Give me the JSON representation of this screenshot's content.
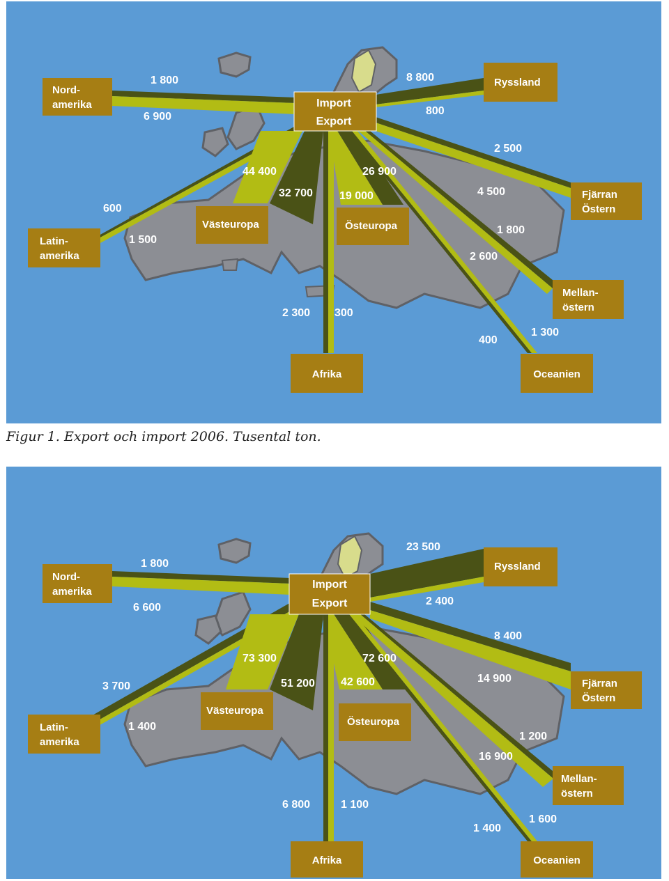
{
  "colors": {
    "sea": "#5b9bd5",
    "land": "#8c8e94",
    "land_dark": "#5f6166",
    "sweden": "#d8dc8c",
    "import_band": "#4a5216",
    "export_band": "#b2bc14",
    "label_box": "#a67e14",
    "label_text": "#ffffff"
  },
  "caption": "Figur 1. Export och import 2006. Tusental ton.",
  "panels": [
    {
      "hub": {
        "line1": "Import",
        "line2": "Export"
      },
      "regions": {
        "nordamerika": {
          "line1": "Nord-",
          "line2": "amerika"
        },
        "ryssland": {
          "line1": "Ryssland"
        },
        "latinamerika": {
          "line1": "Latin-",
          "line2": "amerika"
        },
        "vasteuropa": {
          "line1": "Västeuropa"
        },
        "osteuropa": {
          "line1": "Östeuropa"
        },
        "fjarran": {
          "line1": "Fjärran",
          "line2": "Östern"
        },
        "mellanostern": {
          "line1": "Mellan-",
          "line2": "östern"
        },
        "afrika": {
          "line1": "Afrika"
        },
        "oceanien": {
          "line1": "Oceanien"
        }
      },
      "values": {
        "nordamerika_import": "1 800",
        "nordamerika_export": "6 900",
        "ryssland_import": "8 800",
        "ryssland_export": "800",
        "latinamerika_import": "600",
        "latinamerika_export": "1 500",
        "vasteuropa_export": "44 400",
        "vasteuropa_import": "32 700",
        "osteuropa_import": "26 900",
        "osteuropa_export": "19 000",
        "fjarran_import": "2 500",
        "fjarran_export": "4 500",
        "mellanostern_import": "1 800",
        "mellanostern_export": "2 600",
        "afrika_import": "2 300",
        "afrika_export": "300",
        "oceanien_import": "400",
        "oceanien_export": "1 300"
      }
    },
    {
      "hub": {
        "line1": "Import",
        "line2": "Export"
      },
      "regions": {
        "nordamerika": {
          "line1": "Nord-",
          "line2": "amerika"
        },
        "ryssland": {
          "line1": "Ryssland"
        },
        "latinamerika": {
          "line1": "Latin-",
          "line2": "amerika"
        },
        "vasteuropa": {
          "line1": "Västeuropa"
        },
        "osteuropa": {
          "line1": "Östeuropa"
        },
        "fjarran": {
          "line1": "Fjärran",
          "line2": "Östern"
        },
        "mellanostern": {
          "line1": "Mellan-",
          "line2": "östern"
        },
        "afrika": {
          "line1": "Afrika"
        },
        "oceanien": {
          "line1": "Oceanien"
        }
      },
      "values": {
        "nordamerika_import": "1 800",
        "nordamerika_export": "6 600",
        "ryssland_import": "23 500",
        "ryssland_export": "2 400",
        "latinamerika_import": "3 700",
        "latinamerika_export": "1 400",
        "vasteuropa_export": "73 300",
        "vasteuropa_import": "51 200",
        "osteuropa_import": "72 600",
        "osteuropa_export": "42 600",
        "fjarran_import": "8 400",
        "fjarran_export": "14 900",
        "mellanostern_import": "1 200",
        "mellanostern_export": "16 900",
        "afrika_import": "6 800",
        "afrika_export": "1 100",
        "oceanien_import": "1 400",
        "oceanien_export": "1 600"
      }
    }
  ]
}
